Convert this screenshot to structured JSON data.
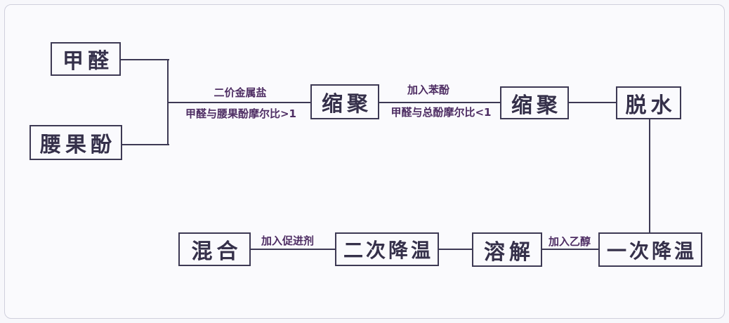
{
  "diagram": {
    "type": "flowchart",
    "description": "Chemical process flow for cardanol-modified phenolic resin preparation",
    "nodes": {
      "formaldehyde": {
        "label": "甲醛"
      },
      "cardanol": {
        "label": "腰果酚"
      },
      "polycondensation_1": {
        "label": "缩聚"
      },
      "polycondensation_2": {
        "label": "缩聚"
      },
      "dehydration": {
        "label": "脱水"
      },
      "first_cooling": {
        "label": "一次降温"
      },
      "dissolution": {
        "label": "溶解"
      },
      "second_cooling": {
        "label": "二次降温"
      },
      "mixing": {
        "label": "混合"
      }
    },
    "edge_labels": {
      "divalent_metal_salt": "二价金属盐",
      "molar_ratio_gt1": "甲醛与腰果酚摩尔比>1",
      "add_phenol": "加入苯酚",
      "molar_ratio_lt1": "甲醛与总酚摩尔比<1",
      "add_promoter": "加入促进剂",
      "add_ethanol": "加入乙醇"
    },
    "colors": {
      "line": "#3d3954",
      "box_text": "#35304a",
      "label_text": "#4e2d63",
      "background": "#f7f7fb",
      "frame_border": "#cfcfdc"
    }
  }
}
